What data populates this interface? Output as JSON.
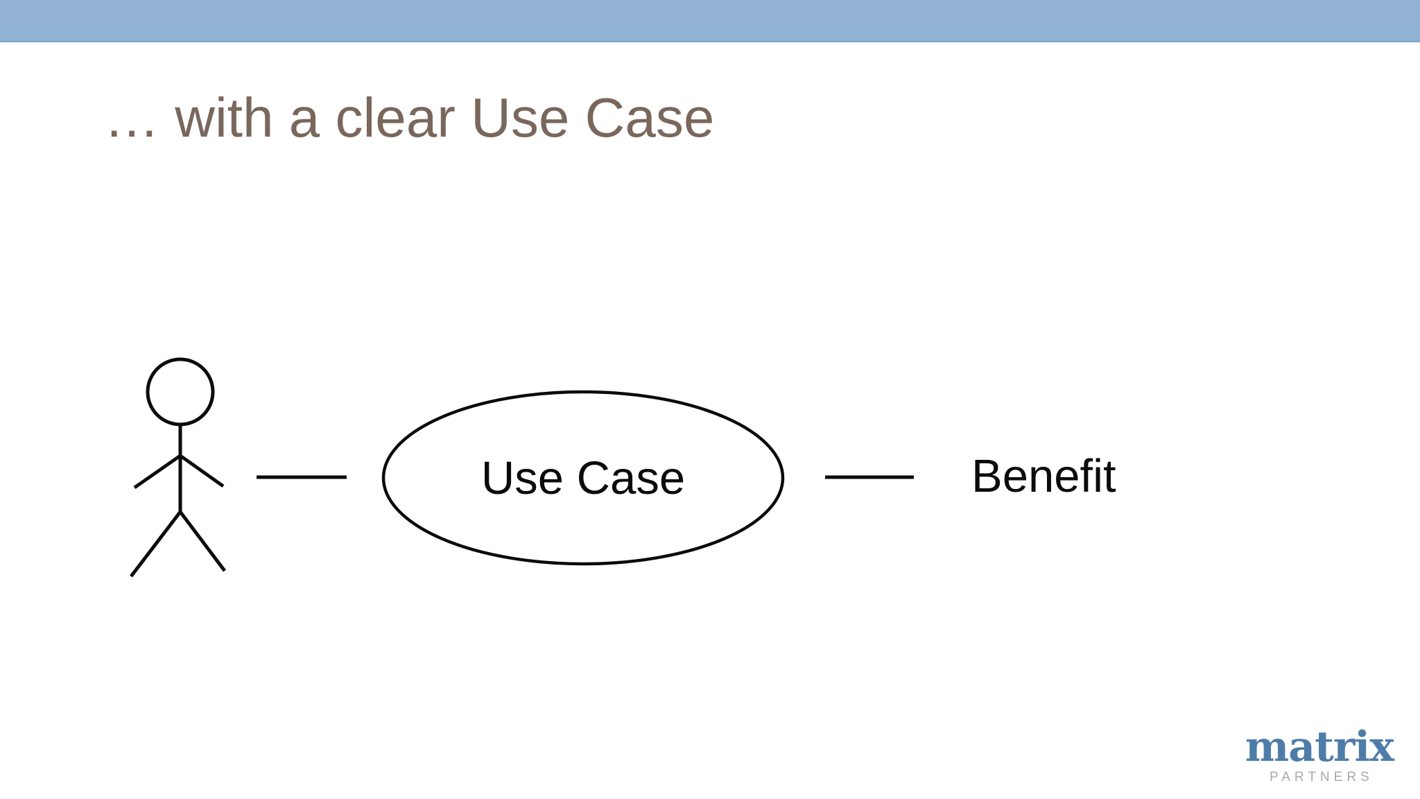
{
  "slide": {
    "title": "… with a clear Use Case",
    "colors": {
      "background": "#ffffff",
      "header_bar": "#92b2d4",
      "header_bar_edge": "#7fa6cb",
      "title_text": "#7a675c",
      "diagram_stroke": "#0b0b0b",
      "logo_blue": "#4e7ca8",
      "logo_gray": "#a9a9a9"
    }
  },
  "diagram": {
    "actor_icon": "stick-figure-actor",
    "use_case_label": "Use Case",
    "benefit_label": "Benefit"
  },
  "logo": {
    "wordmark": "matrix",
    "subtext": "PARTNERS"
  }
}
